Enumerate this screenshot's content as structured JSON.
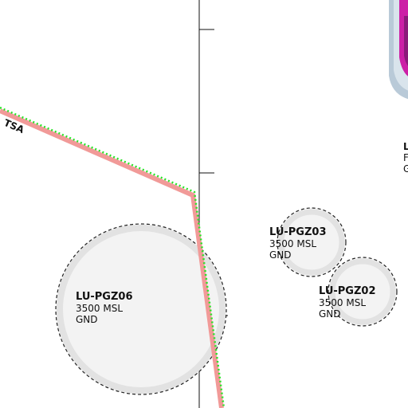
{
  "colors": {
    "background": "#ffffff",
    "tsa_boundary": "#f19a98",
    "tsa_dots": "#29e329",
    "meridian": "#111111",
    "zone_fill": "#f3f3f3",
    "zone_ring": "#e2e2e2",
    "zone_outline": "#222222",
    "restricted_outer": "#b9cad8",
    "restricted_mid": "#d9e4ec",
    "restricted_inner": "#cc1fa6",
    "restricted_core": "#8b1a7a"
  },
  "tsa": {
    "label": "TSA"
  },
  "zones": [
    {
      "id": "pgz06",
      "name": "LU-PGZ06",
      "upper": "3500 MSL",
      "lower": "GND"
    },
    {
      "id": "pgz03",
      "name": "LU-PGZ03",
      "upper": "3500 MSL",
      "lower": "GND"
    },
    {
      "id": "pgz02",
      "name": "LU-PGZ02",
      "upper": "3500 MSL",
      "lower": "GND"
    }
  ],
  "cut_label": {
    "name": "L",
    "upper": "F",
    "lower": "G"
  }
}
